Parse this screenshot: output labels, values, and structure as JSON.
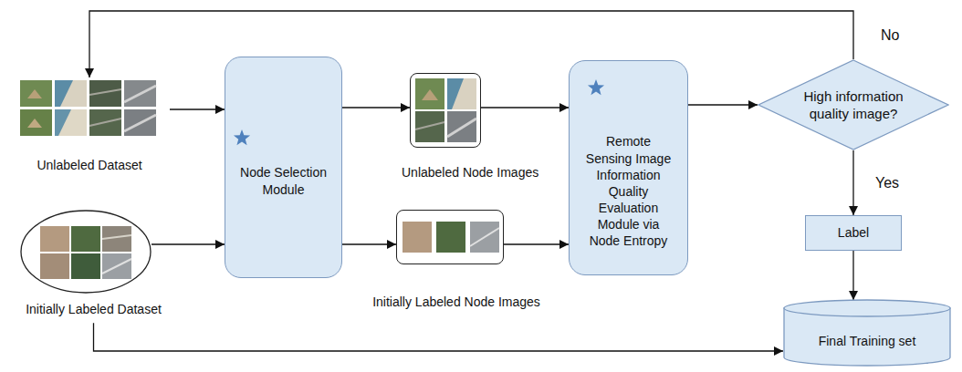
{
  "diagram": {
    "nodes": [
      {
        "text": [
          "Unlabeled Dataset"
        ]
      },
      {
        "text": [
          "Initially Labeled Dataset"
        ]
      },
      {
        "text": [
          "Node Selection Module"
        ]
      },
      {
        "text": [
          "Unlabeled Node Images"
        ]
      },
      {
        "text": [
          "Initially Labeled Node Images"
        ]
      },
      {
        "text": [
          "Remote Sensing Image Information Quality Evaluation Module via Node Entropy"
        ]
      },
      {
        "text": [
          "High information quality image?"
        ]
      },
      {
        "text": [
          "Label"
        ]
      },
      {
        "text": [
          "Final Training set"
        ]
      }
    ],
    "edges": [
      {
        "from": 0,
        "to": 2,
        "arrow": "to"
      },
      {
        "from": 1,
        "to": 2,
        "arrow": "to"
      },
      {
        "from": 2,
        "to": 3,
        "arrow": "to"
      },
      {
        "from": 2,
        "to": 4,
        "arrow": "to"
      },
      {
        "from": 3,
        "to": 5,
        "arrow": "to"
      },
      {
        "from": 4,
        "to": 5,
        "arrow": "to"
      },
      {
        "from": 5,
        "to": 6,
        "arrow": "to"
      },
      {
        "from": 6,
        "to": 0,
        "label": "No",
        "arrow": "to"
      },
      {
        "from": 6,
        "to": 7,
        "label": "Yes",
        "arrow": "to"
      },
      {
        "from": 7,
        "to": 8,
        "arrow": "to"
      },
      {
        "from": 1,
        "to": 8,
        "arrow": "to"
      }
    ]
  }
}
